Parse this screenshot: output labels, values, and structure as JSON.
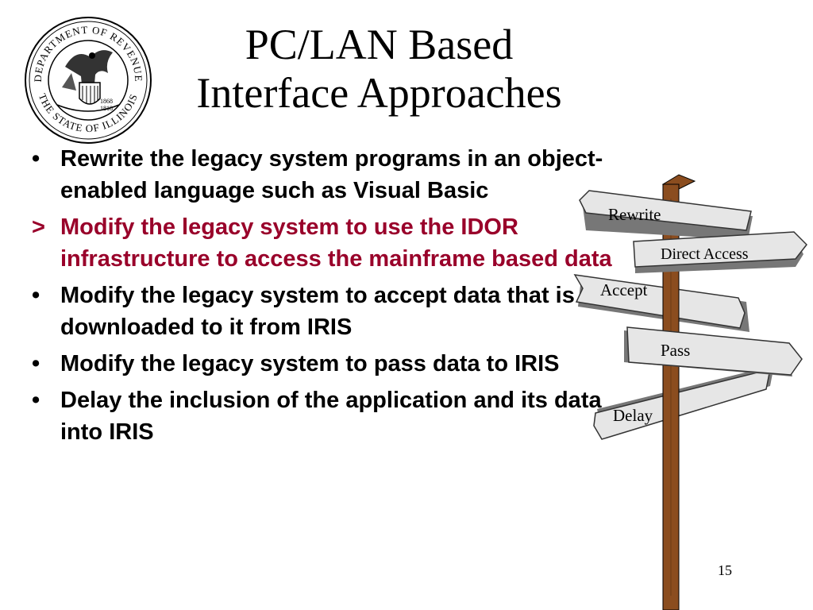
{
  "slide": {
    "title_line1": "PC/LAN Based",
    "title_line2": "Interface Approaches",
    "page_number": "15"
  },
  "seal": {
    "top_text": "DEPARTMENT OF REVENUE",
    "bottom_text": "THE STATE OF ILLINOIS",
    "year1": "1868",
    "year2": "1818",
    "icon": "illinois-seal-eagle"
  },
  "bullets": [
    {
      "marker": "•",
      "text": "Rewrite the legacy system programs in an object-enabled language such as Visual Basic",
      "color": "#000000"
    },
    {
      "marker": ">",
      "text": "Modify the legacy system to use the IDOR infrastructure to access the mainframe based data",
      "color": "#99002a"
    },
    {
      "marker": "•",
      "text": "Modify the legacy system to accept data that is downloaded to it from IRIS",
      "color": "#000000"
    },
    {
      "marker": "•",
      "text": "Modify the legacy system to pass data to IRIS",
      "color": "#000000"
    },
    {
      "marker": "•",
      "text": "Delay the inclusion of the application and its data into IRIS",
      "color": "#000000"
    }
  ],
  "signpost": {
    "signs": [
      "Rewrite",
      "Direct Access",
      "Accept",
      "Pass",
      "Delay"
    ],
    "post_color": "#8b4d1f",
    "sign_color": "#e6e6e6"
  }
}
